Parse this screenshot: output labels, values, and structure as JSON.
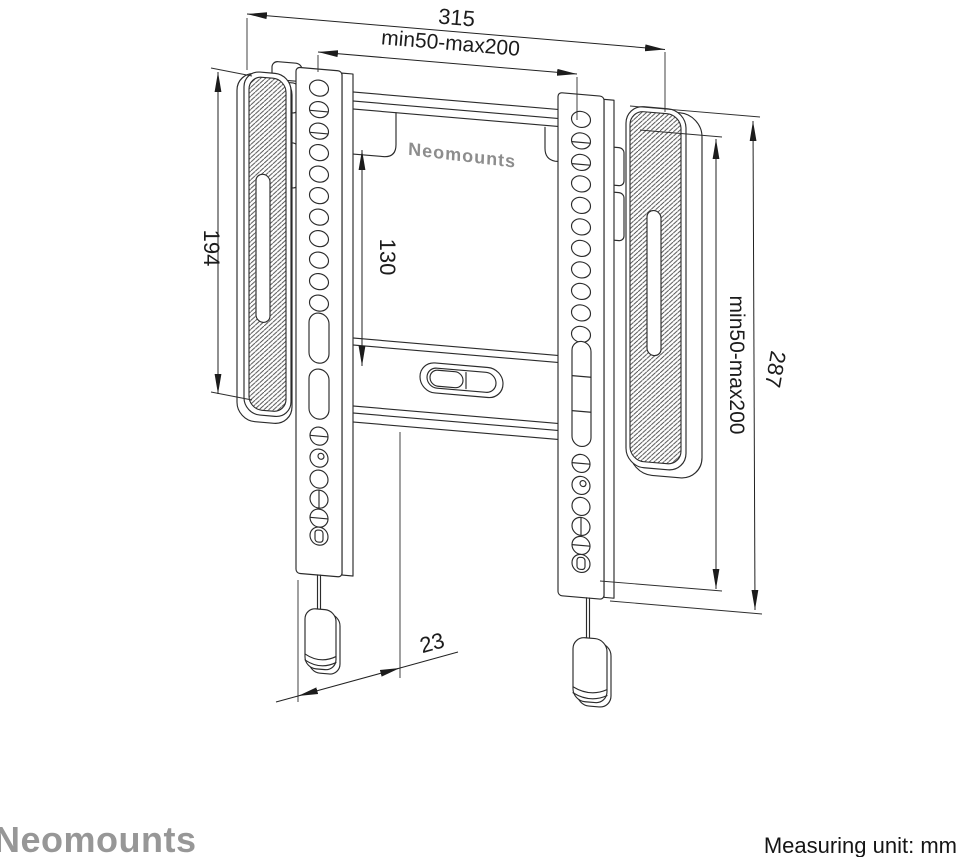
{
  "drawing": {
    "product_brand": "Neomounts",
    "dims": {
      "width_total": "315",
      "vesa_width": "min50-max200",
      "pad_height": "194",
      "inner_height": "130",
      "vesa_height": "min50-max200",
      "height_total": "287",
      "depth": "23"
    }
  },
  "footer": {
    "logo": "Neomounts",
    "measuring_unit": "Measuring unit: mm"
  },
  "colors": {
    "line": "#2b2b2b",
    "logo_gray": "#979797",
    "engraving_gray": "#8d8d8d",
    "background": "#ffffff"
  }
}
